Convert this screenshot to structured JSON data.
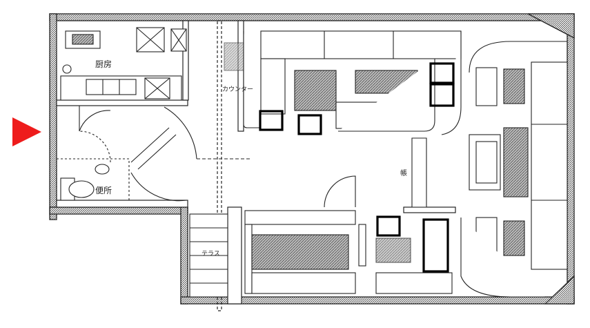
{
  "labels": {
    "kitchen": "厨房",
    "counter": "カウンター",
    "toilet": "便所",
    "storage": "テラス",
    "cashier": "帳"
  },
  "colors": {
    "line": "#222222",
    "hatch": "#6a6a6a",
    "arrow": "#ee1c1c",
    "marker": "#000000"
  },
  "icons": {
    "entrance": "triangle-arrow",
    "markers": "square-outline"
  }
}
